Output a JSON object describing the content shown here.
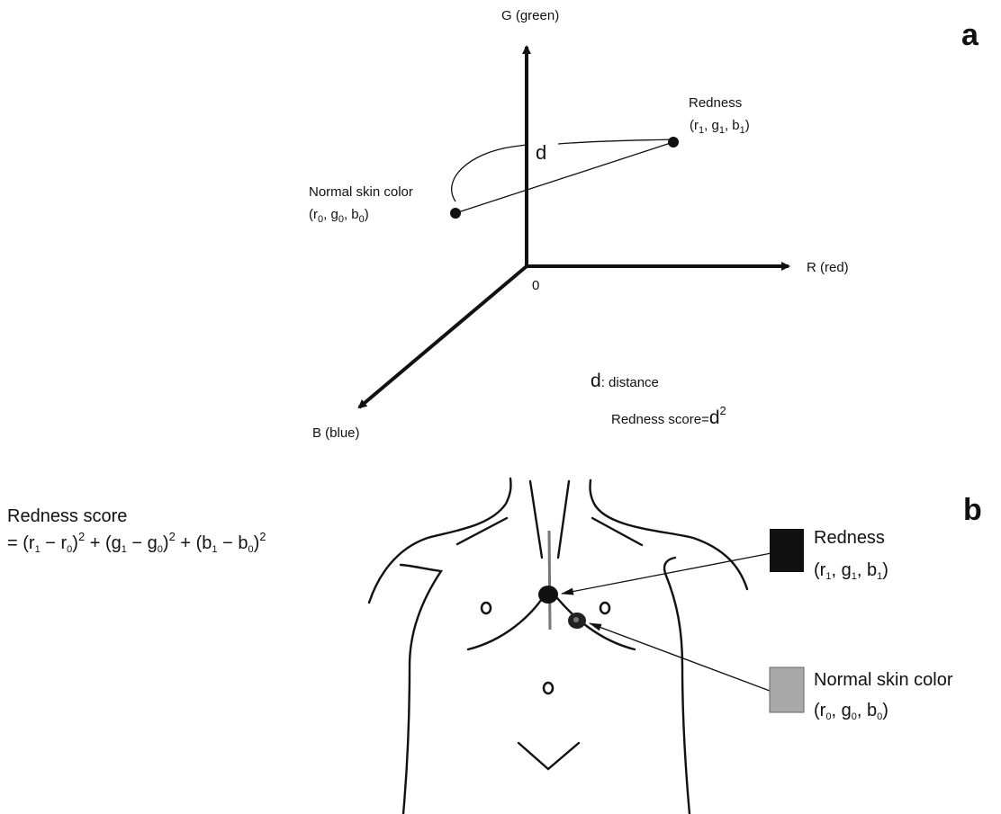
{
  "panel_a": {
    "label": "a",
    "axis_g": "G (green)",
    "axis_r": "R (red)",
    "axis_b": "B (blue)",
    "origin": "0",
    "distance_symbol": "d",
    "redness_point": {
      "title": "Redness",
      "r": "r",
      "r_sub": "1",
      "g": "g",
      "g_sub": "1",
      "b": "b",
      "b_sub": "1"
    },
    "normal_point": {
      "title": "Normal skin color",
      "r": "r",
      "r_sub": "0",
      "g": "g",
      "g_sub": "0",
      "b": "b",
      "b_sub": "0"
    },
    "legend_d_symbol": "d",
    "legend_d_text": ": distance",
    "score_prefix": "Redness score=",
    "score_d": "d",
    "score_exp": "2"
  },
  "panel_b": {
    "label": "b",
    "formula_title": "Redness score",
    "formula": [
      {
        "prefix": "= (r",
        "s1": "1",
        "mid": " − r",
        "s2": "0",
        "close": ")",
        "exp": "2"
      },
      {
        "prefix": " + (g",
        "s1": "1",
        "mid": " − g",
        "s2": "0",
        "close": ")",
        "exp": "2"
      },
      {
        "prefix": " + (b",
        "s1": "1",
        "mid": " − b",
        "s2": "0",
        "close": ")",
        "exp": "2"
      }
    ],
    "redness": {
      "title": "Redness",
      "r": "r",
      "r_sub": "1",
      "g": "g",
      "g_sub": "1",
      "b": "b",
      "b_sub": "1",
      "swatch_color": "#111111"
    },
    "normal": {
      "title": "Normal skin color",
      "r": "r",
      "r_sub": "0",
      "g": "g",
      "g_sub": "0",
      "b": "b",
      "b_sub": "0",
      "swatch_color": "#a9a9a9"
    }
  }
}
